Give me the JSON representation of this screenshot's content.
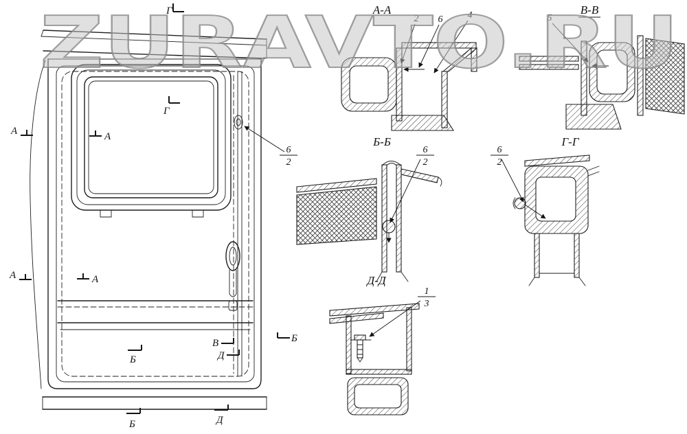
{
  "watermark": {
    "text": "ZURAVTO.RU"
  },
  "main_view": {
    "markers": {
      "g_top": "Г",
      "g_mid": "Г",
      "a_left_upper": "А",
      "a_inner_upper": "А",
      "a_left_lower": "А",
      "a_inner_lower": "А",
      "b_mid": "Б",
      "v": "В",
      "d": "Д",
      "b_right": "Б",
      "b_bottom": "Б",
      "d_bottom": "Д"
    },
    "callout_6_2": {
      "num": "6",
      "den": "2"
    }
  },
  "sections": {
    "aa": {
      "title": "А-А",
      "callout_2": "2",
      "callout_6": "6",
      "callout_4": "4"
    },
    "vv": {
      "title": "В-В",
      "callout_5": "5"
    },
    "bb": {
      "title": "Б-Б",
      "callout": {
        "num": "6",
        "den": "2"
      }
    },
    "gg": {
      "title": "Г-Г",
      "callout": {
        "num": "6",
        "den": "2"
      }
    },
    "dd": {
      "title": "Д-Д",
      "callout": {
        "num": "1",
        "den": "3"
      }
    }
  }
}
